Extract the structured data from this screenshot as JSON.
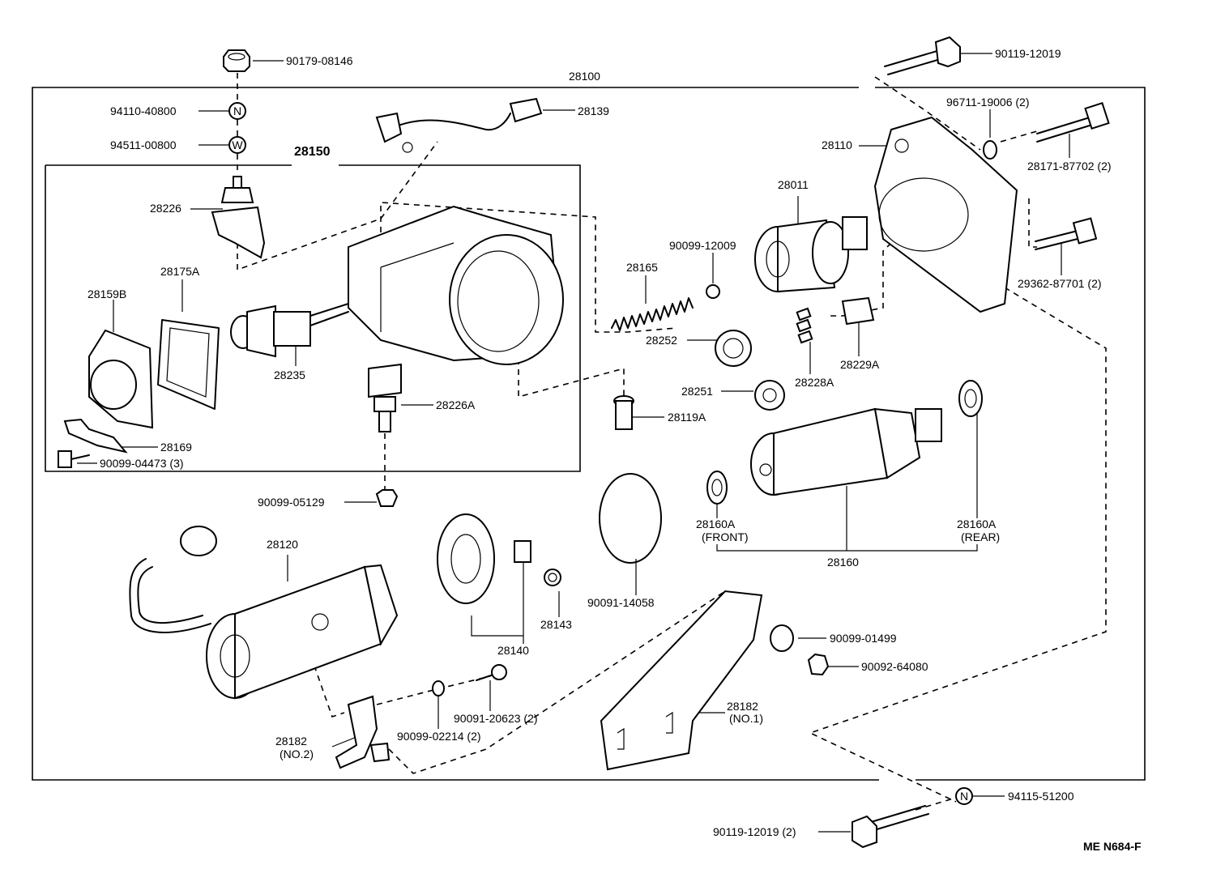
{
  "labels": {
    "p90179_08146": "90179-08146",
    "p28100": "28100",
    "p90119_12019_top": "90119-12019",
    "p94110_40800": "94110-40800",
    "p28139": "28139",
    "p96711_19006": "96711-19006 (2)",
    "p94511_00800": "94511-00800",
    "p28150": "28150",
    "p28110": "28110",
    "p28171_87702": "28171-87702 (2)",
    "p28011": "28011",
    "p28226": "28226",
    "p90099_12009": "90099-12009",
    "p29362_87701": "29362-87701 (2)",
    "p28165": "28165",
    "p28159B": "28159B",
    "p28175A": "28175A",
    "p28252": "28252",
    "p28229A": "28229A",
    "p28228A": "28228A",
    "p28235": "28235",
    "p28251": "28251",
    "p28226A": "28226A",
    "p28119A": "28119A",
    "p28169": "28169",
    "p90099_04473": "90099-04473 (3)",
    "p90099_05129": "90099-05129",
    "p28160A_front": "28160A",
    "p28160A_front_note": "(FRONT)",
    "p28160A_rear": "28160A",
    "p28160A_rear_note": "(REAR)",
    "p28120": "28120",
    "p28160": "28160",
    "p90091_14058": "90091-14058",
    "p28143": "28143",
    "p28140": "28140",
    "p90099_01499": "90099-01499",
    "p90092_64080": "90092-64080",
    "p28182_no1": "28182",
    "p28182_no1_note": "(NO.1)",
    "p90091_20623": "90091-20623 (2)",
    "p28182_no2": "28182",
    "p28182_no2_note": "(NO.2)",
    "p90099_02214": "90099-02214 (2)",
    "p94115_51200": "94115-51200",
    "p90119_12019_bottom": "90119-12019 (2)",
    "diagram_code": "ME N684-F",
    "nut_symbol": "N",
    "washer_symbol": "W"
  }
}
